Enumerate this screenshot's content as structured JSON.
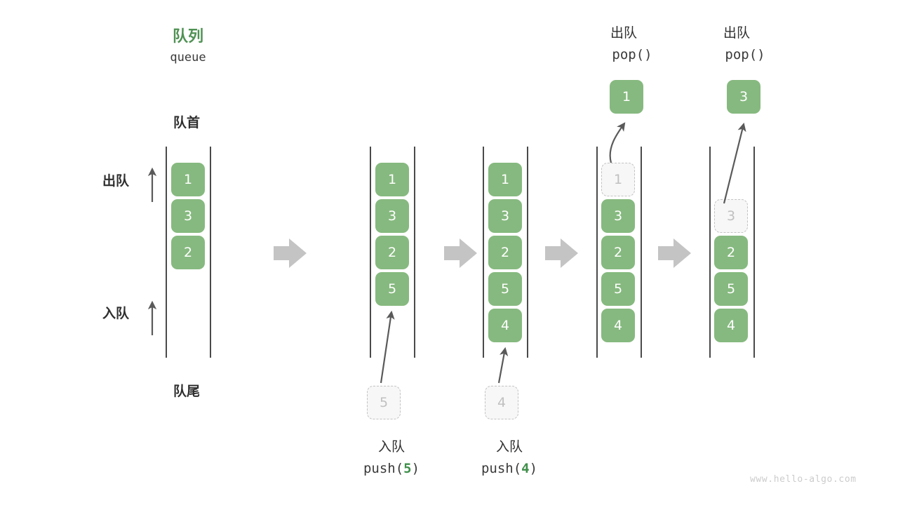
{
  "diagram": {
    "title_cn": "队列",
    "title_en": "queue",
    "head_label": "队首",
    "tail_label": "队尾",
    "dequeue_side_label": "出队",
    "enqueue_side_label": "入队",
    "watermark": "www.hello-algo.com",
    "accent_green": "#4f9153",
    "cell_green": "#86b97f",
    "ghost_gray": "#c2c2c2",
    "arrow_gray": "#c4c4c4",
    "line_gray": "#4a4a4a",
    "text_dark": "#2f2f2f"
  },
  "columns": [
    {
      "id": "initial",
      "op_cn": "",
      "op_code": "",
      "cells": [
        "1",
        "3",
        "2"
      ],
      "ghost_index": -1,
      "incoming": null,
      "popped": null
    },
    {
      "id": "push-5",
      "op_cn": "入队",
      "op_code_prefix": "push(",
      "op_code_arg": "5",
      "op_code_suffix": ")",
      "cells": [
        "1",
        "3",
        "2",
        "5"
      ],
      "ghost_index": -1,
      "incoming": "5",
      "popped": null
    },
    {
      "id": "push-4",
      "op_cn": "入队",
      "op_code_prefix": "push(",
      "op_code_arg": "4",
      "op_code_suffix": ")",
      "cells": [
        "1",
        "3",
        "2",
        "5",
        "4"
      ],
      "ghost_index": -1,
      "incoming": "4",
      "popped": null
    },
    {
      "id": "pop-1",
      "op_cn": "出队",
      "op_code_prefix": "pop(",
      "op_code_arg": "",
      "op_code_suffix": ")",
      "cells": [
        "1",
        "3",
        "2",
        "5",
        "4"
      ],
      "ghost_index": 0,
      "incoming": null,
      "popped": "1"
    },
    {
      "id": "pop-3",
      "op_cn": "出队",
      "op_code_prefix": "pop(",
      "op_code_arg": "",
      "op_code_suffix": ")",
      "cells": [
        "",
        "3",
        "2",
        "5",
        "4"
      ],
      "ghost_index": 1,
      "incoming": null,
      "popped": "3"
    }
  ],
  "labels": {
    "col1_title_cn": "队列",
    "col1_title_en": "queue",
    "push5_cn": "入队",
    "push5_code_pre": "push(",
    "push5_code_arg": "5",
    "push5_code_post": ")",
    "push4_cn": "入队",
    "push4_code_pre": "push(",
    "push4_code_arg": "4",
    "push4_code_post": ")",
    "pop1_cn": "出队",
    "pop1_code": "pop()",
    "pop3_cn": "出队",
    "pop3_code": "pop()",
    "ghost_push5": "5",
    "ghost_push4": "4",
    "popped1": "1",
    "popped3": "3"
  },
  "cell_values": {
    "c1": [
      "1",
      "3",
      "2"
    ],
    "c2": [
      "1",
      "3",
      "2",
      "5"
    ],
    "c3": [
      "1",
      "3",
      "2",
      "5",
      "4"
    ],
    "c4": [
      "1",
      "3",
      "2",
      "5",
      "4"
    ],
    "c5": [
      "3",
      "2",
      "5",
      "4"
    ]
  }
}
